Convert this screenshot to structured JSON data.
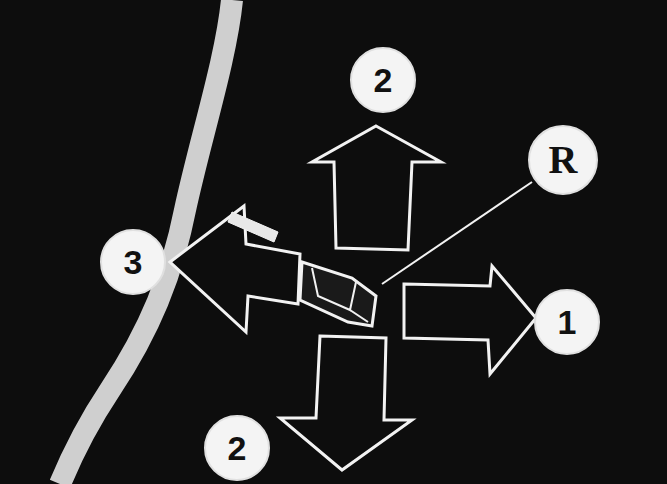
{
  "diagram": {
    "nodes": [
      {
        "text": [
          "2"
        ]
      },
      {
        "text": [
          "R"
        ]
      },
      {
        "text": [
          "3"
        ]
      },
      {
        "text": [
          "1"
        ]
      },
      {
        "text": [
          "2"
        ]
      }
    ]
  }
}
